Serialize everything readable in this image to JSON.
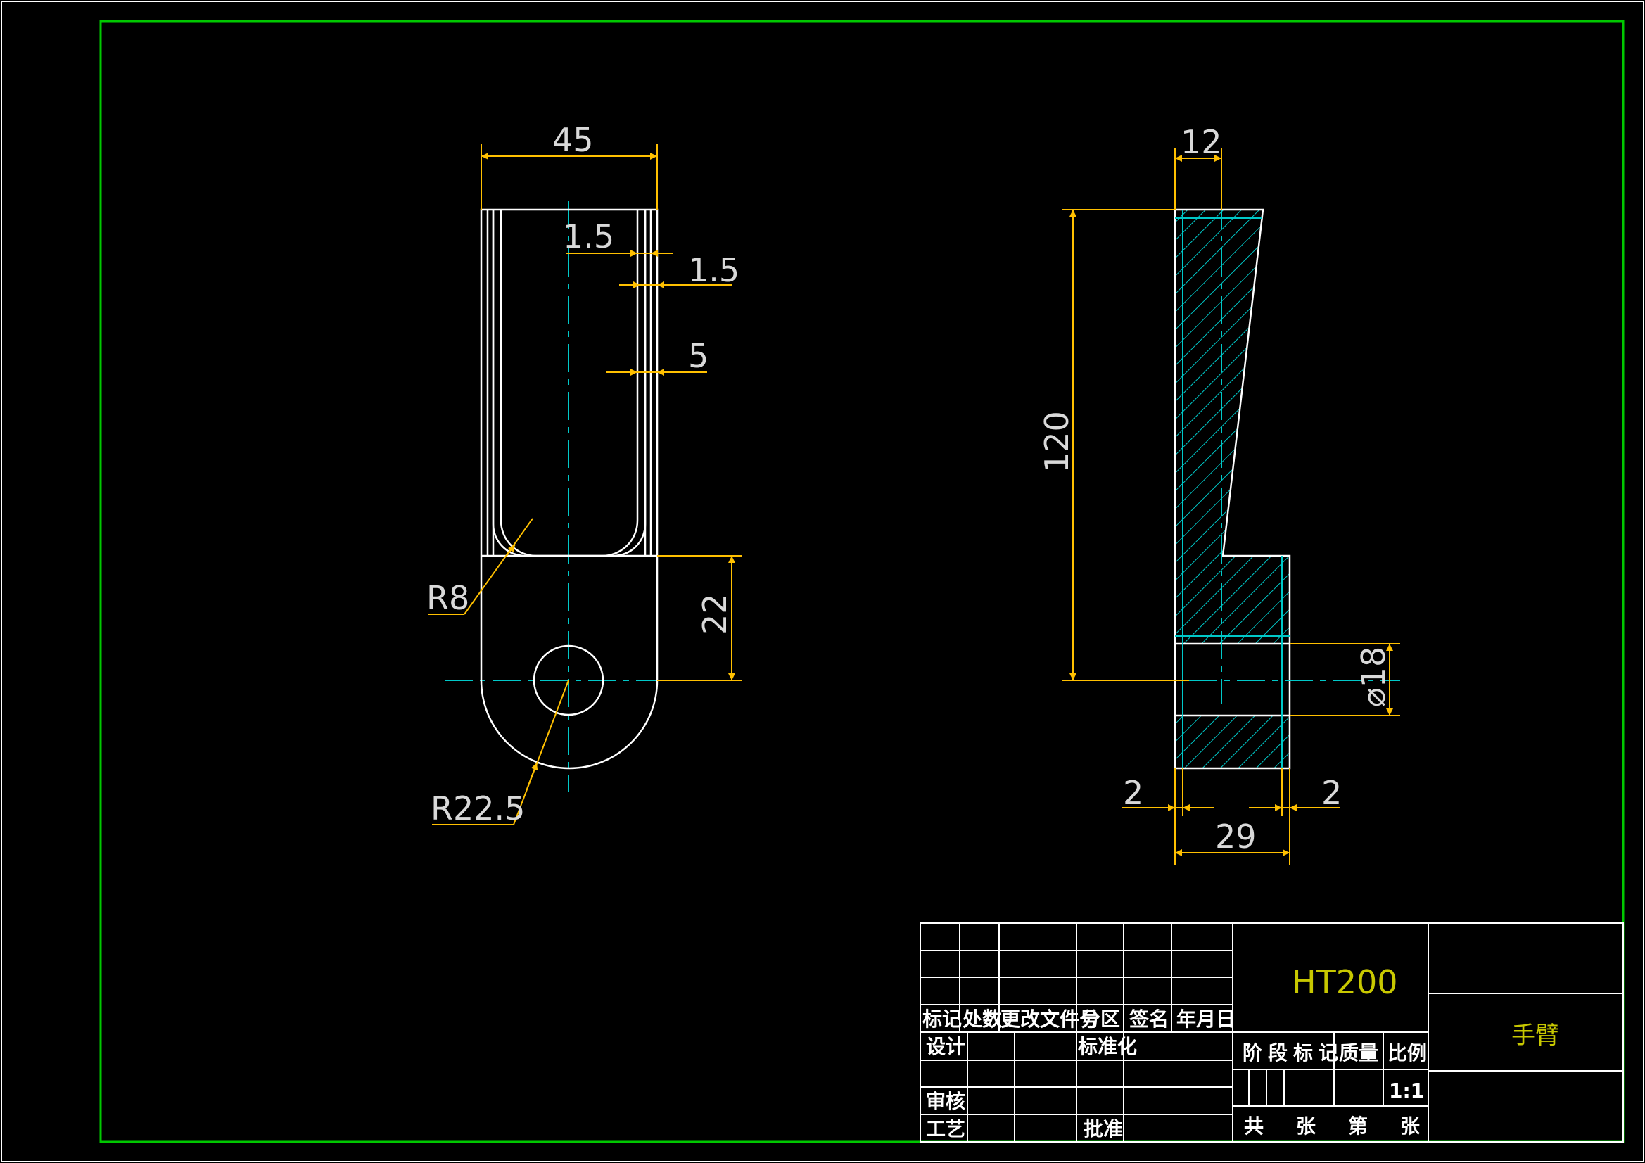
{
  "colors": {
    "background": "#000000",
    "outer_border": "#ffffff",
    "inner_frame": "#00c800",
    "part_outline": "#ffffff",
    "center_line": "#00c8c8",
    "dimension": "#ffc000",
    "hatch": "#00c8c8",
    "material_text": "#c8c800"
  },
  "front_view": {
    "dim_width": "45",
    "dim_wall_inner": "1.5",
    "dim_wall_outer": "1.5",
    "dim_wall_depth": "5",
    "dim_fillet": "R8",
    "dim_height_to_center": "22",
    "dim_outer_radius": "R22.5"
  },
  "side_view": {
    "dim_top_width": "12",
    "dim_height": "120",
    "dim_hole_dia": "⌀18",
    "dim_left_chamfer": "2",
    "dim_right_chamfer": "2",
    "dim_total_width": "29"
  },
  "title_block": {
    "material": "HT200",
    "part_name": "手臂",
    "header_labels": [
      "标记",
      "处数",
      "更改文件号",
      "分区",
      "签名",
      "年月日"
    ],
    "design_label": "设计",
    "standardize_label": "标准化",
    "review_label": "审核",
    "process_label": "工艺",
    "approve_label": "批准",
    "stage_mark_label": "阶段标记",
    "mass_label": "质量",
    "scale_label": "比例",
    "scale_value": "1:1",
    "total_label": "共",
    "sheet_label_1": "张",
    "nth_label": "第",
    "sheet_label_2": "张"
  }
}
